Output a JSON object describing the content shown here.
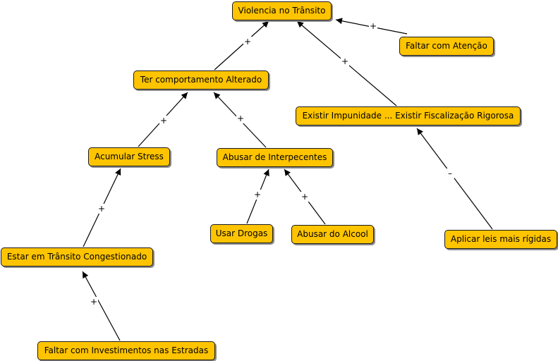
{
  "concepts": {
    "violencia": "Violencia no Trânsito",
    "faltar_atencao": "Faltar com Atenção",
    "comportamento": "Ter comportamento Alterado",
    "impunidade": "Existir Impunidade ... Existir Fiscalização Rigorosa",
    "stress": "Acumular Stress",
    "interpocentes": "Abusar de Interpecentes",
    "drogas": "Usar Drogas",
    "alcool": "Abusar do Alcool",
    "leis": "Aplicar leis mais rígidas",
    "transito": "Estar em Trânsito Congestionado",
    "investimentos": "Faltar com Investimentos nas Estradas"
  },
  "links": {
    "atencao_violencia": "+",
    "comportamento_violencia": "+",
    "impunidade_violencia": "+",
    "stress_comportamento": "+",
    "interpocentes_comportamento": "+",
    "drogas_interpocentes": "+",
    "alcool_interpocentes": "+",
    "leis_impunidade": "–",
    "transito_stress": "+",
    "investimentos_transito": "+"
  },
  "colors": {
    "node_fill": "#fec400",
    "node_border": "#1a1a1a",
    "line": "#000000"
  }
}
